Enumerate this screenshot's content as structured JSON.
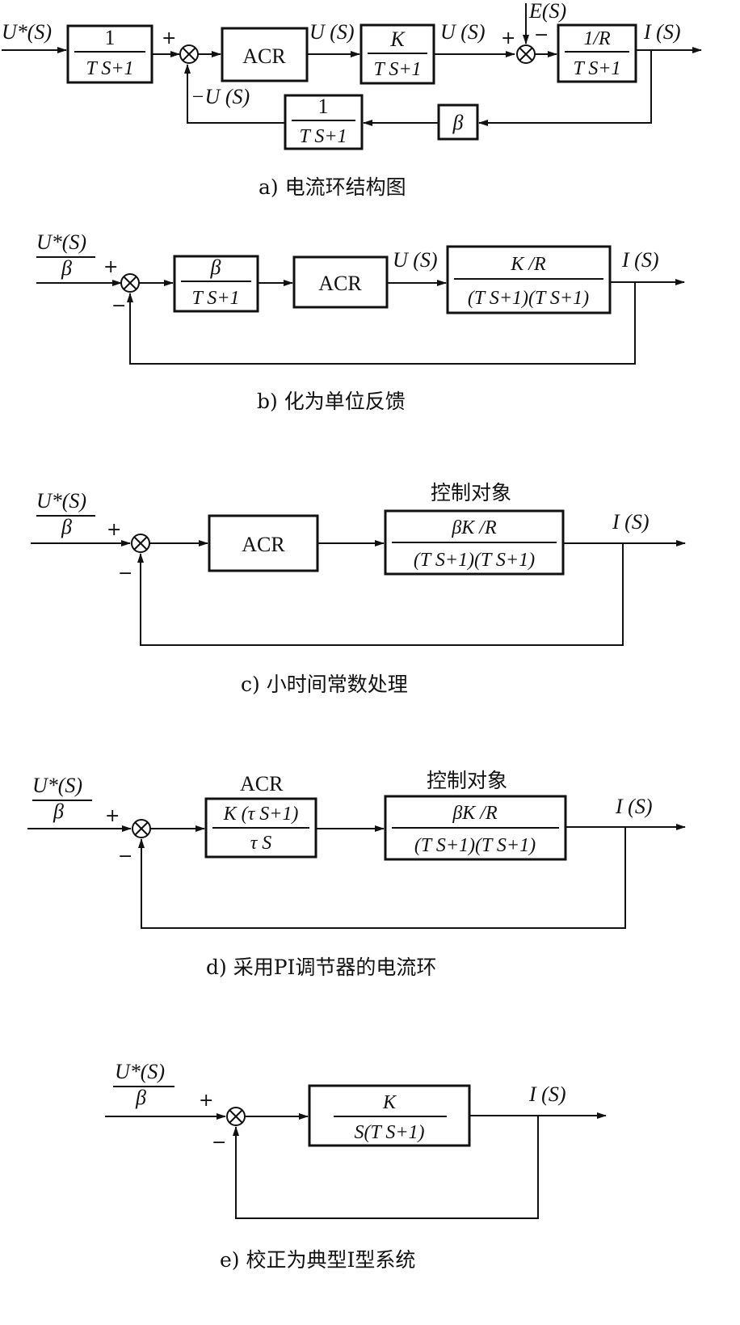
{
  "a": {
    "caption": "a) 电流环结构图",
    "in_signal": "U*(S)",
    "blk1": {
      "num": "1",
      "den": "T S+1"
    },
    "acr": "ACR",
    "uc": "U (S)",
    "blk3": {
      "num": "K",
      "den": "T S+1"
    },
    "ud": "U (S)",
    "es": "E(S)",
    "blk4": {
      "num": "1/R",
      "den": "T S+1"
    },
    "id": "I (S)",
    "fb_signal": "−U (S)",
    "fb_filter": {
      "num": "1",
      "den": "T S+1"
    },
    "beta": "β"
  },
  "b": {
    "caption": "b) 化为单位反馈",
    "in_num": "U*(S)",
    "in_den": "β",
    "blk1": {
      "num": "β",
      "den": "T S+1"
    },
    "acr": "ACR",
    "uc": "U (S)",
    "plant": {
      "num": "K /R",
      "den": "(T S+1)(T S+1)"
    },
    "id": "I (S)"
  },
  "c": {
    "caption": "c) 小时间常数处理",
    "in_num": "U*(S)",
    "in_den": "β",
    "acr": "ACR",
    "plant_title": "控制对象",
    "plant": {
      "num": "βK /R",
      "den": "(T S+1)(T S+1)"
    },
    "id": "I (S)"
  },
  "d": {
    "caption": "d) 采用PI调节器的电流环",
    "in_num": "U*(S)",
    "in_den": "β",
    "acr_title": "ACR",
    "acr": {
      "num": "K (τ S+1)",
      "den": "τ S"
    },
    "plant_title": "控制对象",
    "plant": {
      "num": "βK /R",
      "den": "(T S+1)(T S+1)"
    },
    "id": "I (S)"
  },
  "e": {
    "caption": "e) 校正为典型I型系统",
    "in_num": "U*(S)",
    "in_den": "β",
    "ol": {
      "num": "K",
      "den": "S(T S+1)"
    },
    "id": "I (S)"
  },
  "signs": {
    "plus": "+",
    "minus": "−"
  }
}
